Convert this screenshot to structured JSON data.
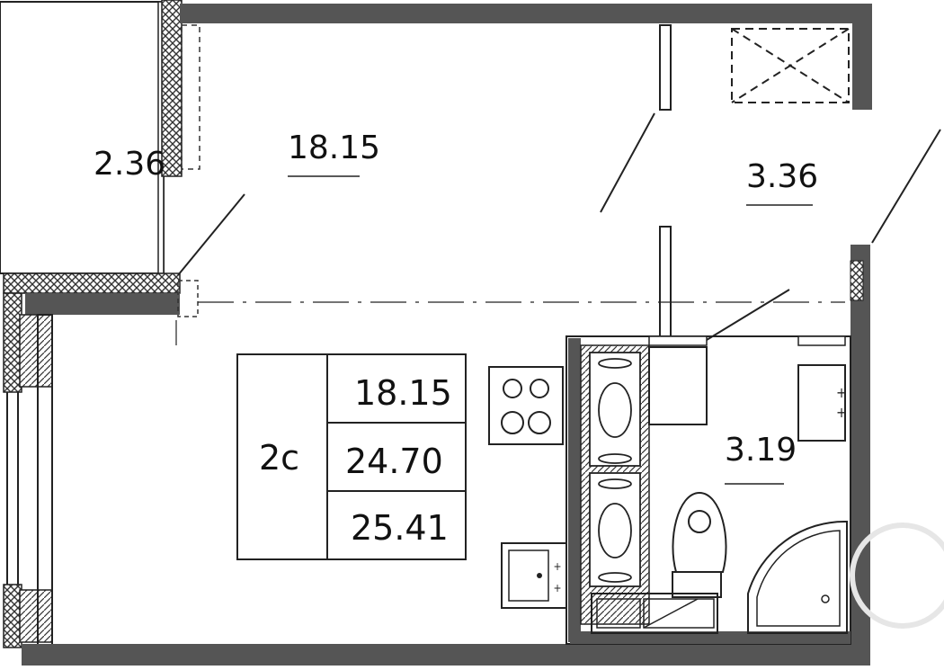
{
  "rooms": {
    "balcony_area": "2.36",
    "living_area": "18.15",
    "hall_area": "3.36",
    "bathroom_area": "3.19"
  },
  "summary": {
    "type": "2с",
    "living": "18.15",
    "total": "24.70",
    "total_with_balcony": "25.41"
  }
}
